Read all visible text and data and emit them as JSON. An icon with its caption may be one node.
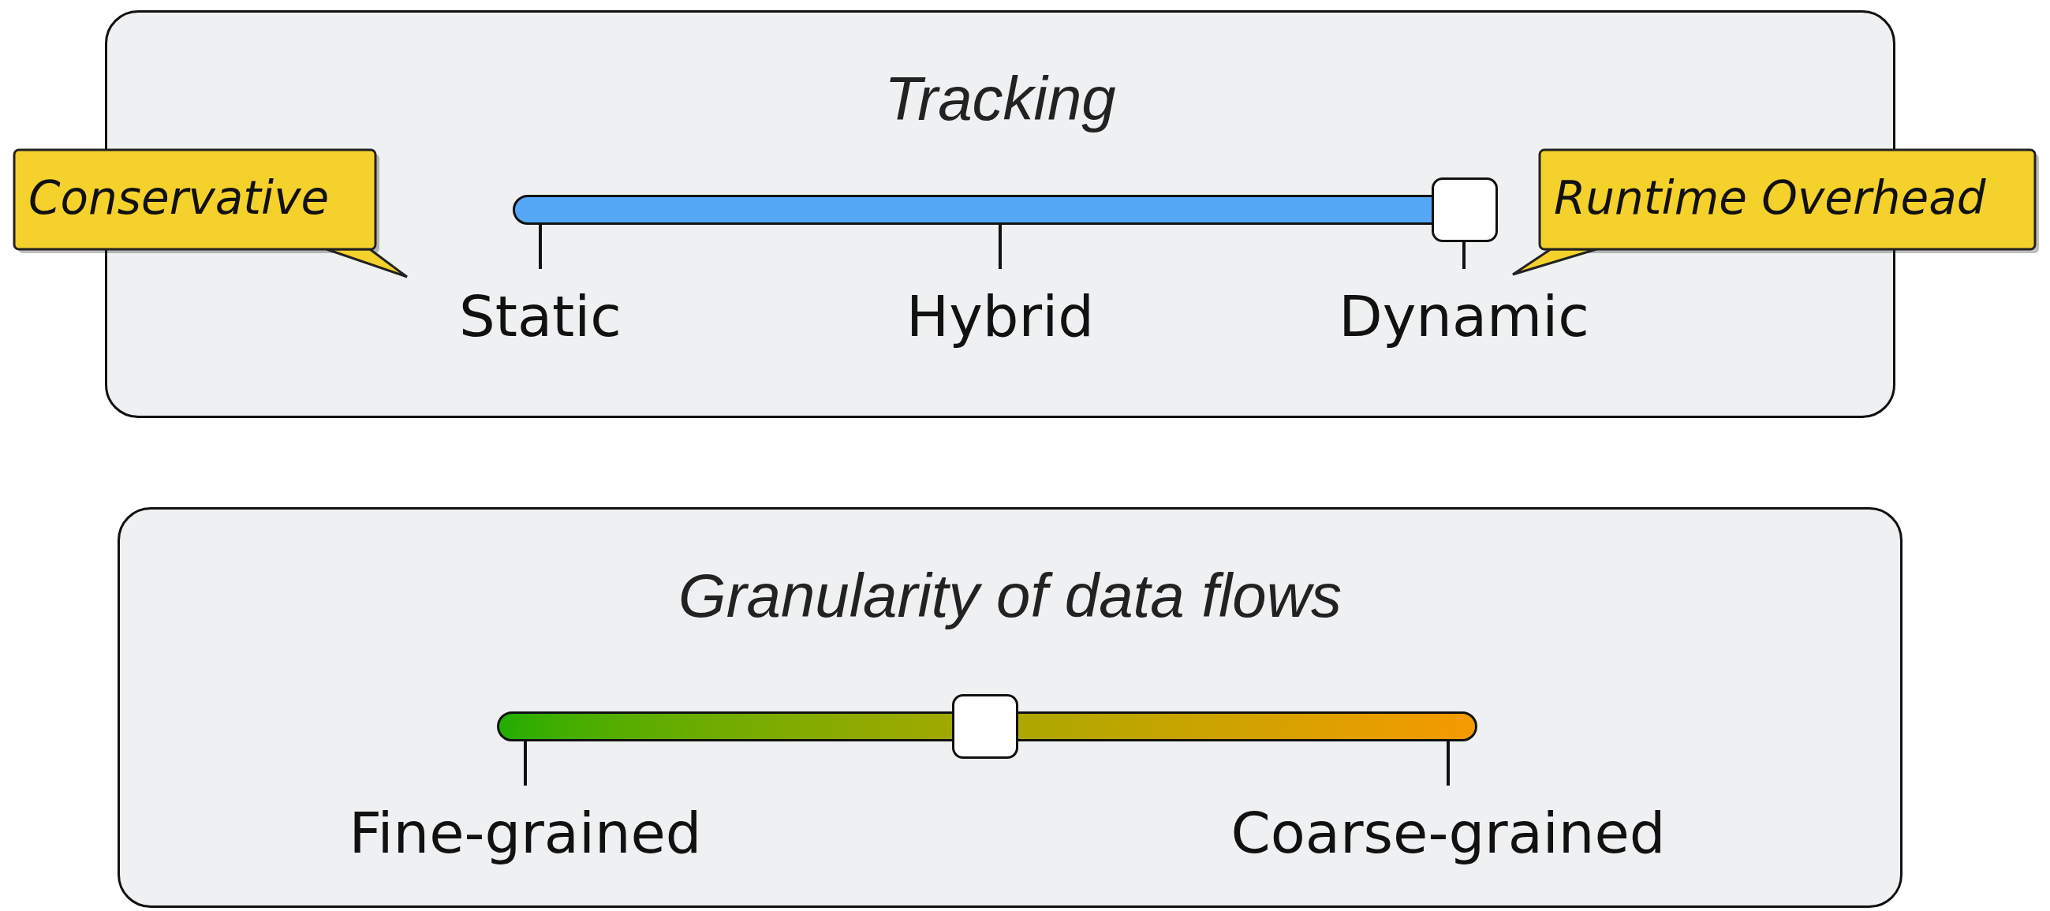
{
  "diagram": {
    "nodes": [
      {
        "text": [
          "Tracking"
        ]
      },
      {
        "text": [
          "Granularity of data flows"
        ]
      },
      {
        "text": [
          "Conservative"
        ]
      },
      {
        "text": [
          "Runtime Overhead"
        ]
      }
    ],
    "labels": [
      "Static",
      "Hybrid",
      "Dynamic",
      "Fine-grained",
      "Coarse-grained"
    ]
  }
}
